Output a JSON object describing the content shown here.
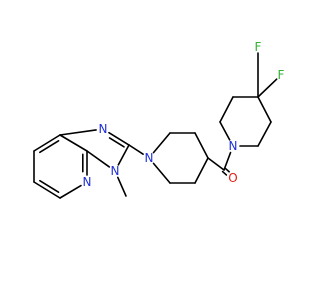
{
  "structure": {
    "colors": {
      "bond": "#000000",
      "N": "#1f2fd6",
      "O": "#e01e14",
      "F": "#33b233"
    },
    "atoms": [
      {
        "id": "a1",
        "symbol": "C"
      },
      {
        "id": "a2",
        "symbol": "C"
      },
      {
        "id": "a3",
        "symbol": "C"
      },
      {
        "id": "a4",
        "symbol": "N",
        "label": "N"
      },
      {
        "id": "a5",
        "symbol": "C"
      },
      {
        "id": "a6",
        "symbol": "C"
      },
      {
        "id": "a7",
        "symbol": "N",
        "label": "N"
      },
      {
        "id": "a8",
        "symbol": "C"
      },
      {
        "id": "a9",
        "symbol": "N",
        "label": "N"
      },
      {
        "id": "a10",
        "symbol": "C"
      },
      {
        "id": "a11",
        "symbol": "N",
        "label": "N"
      },
      {
        "id": "a12",
        "symbol": "C"
      },
      {
        "id": "a13",
        "symbol": "C"
      },
      {
        "id": "a14",
        "symbol": "C"
      },
      {
        "id": "a15",
        "symbol": "C"
      },
      {
        "id": "a16",
        "symbol": "C"
      },
      {
        "id": "a17",
        "symbol": "C"
      },
      {
        "id": "a18",
        "symbol": "O",
        "label": "O"
      },
      {
        "id": "a19",
        "symbol": "N",
        "label": "N"
      },
      {
        "id": "a20",
        "symbol": "C"
      },
      {
        "id": "a21",
        "symbol": "C"
      },
      {
        "id": "a22",
        "symbol": "C"
      },
      {
        "id": "a23",
        "symbol": "F",
        "label": "F"
      },
      {
        "id": "a24",
        "symbol": "F",
        "label": "F"
      },
      {
        "id": "a25",
        "symbol": "C"
      },
      {
        "id": "a26",
        "symbol": "C"
      }
    ],
    "bonds": [
      {
        "from": "a1",
        "to": "a2",
        "order": 1
      },
      {
        "from": "a2",
        "to": "a3",
        "order": 2
      },
      {
        "from": "a3",
        "to": "a4",
        "order": 1
      },
      {
        "from": "a4",
        "to": "a5",
        "order": 2
      },
      {
        "from": "a5",
        "to": "a6",
        "order": 1
      },
      {
        "from": "a6",
        "to": "a1",
        "order": 2
      },
      {
        "from": "a6",
        "to": "a7",
        "order": 1
      },
      {
        "from": "a7",
        "to": "a8",
        "order": 2
      },
      {
        "from": "a8",
        "to": "a9",
        "order": 1
      },
      {
        "from": "a9",
        "to": "a5",
        "order": 1
      },
      {
        "from": "a9",
        "to": "a10",
        "order": 1
      },
      {
        "from": "a8",
        "to": "a11",
        "order": 1
      },
      {
        "from": "a11",
        "to": "a12",
        "order": 1
      },
      {
        "from": "a12",
        "to": "a13",
        "order": 1
      },
      {
        "from": "a13",
        "to": "a14",
        "order": 1
      },
      {
        "from": "a14",
        "to": "a15",
        "order": 1
      },
      {
        "from": "a15",
        "to": "a16",
        "order": 1
      },
      {
        "from": "a16",
        "to": "a11",
        "order": 1
      },
      {
        "from": "a14",
        "to": "a17",
        "order": 1
      },
      {
        "from": "a17",
        "to": "a18",
        "order": 2
      },
      {
        "from": "a17",
        "to": "a19",
        "order": 1
      },
      {
        "from": "a19",
        "to": "a20",
        "order": 1
      },
      {
        "from": "a20",
        "to": "a21",
        "order": 1
      },
      {
        "from": "a21",
        "to": "a22",
        "order": 1
      },
      {
        "from": "a22",
        "to": "a23",
        "order": 1
      },
      {
        "from": "a22",
        "to": "a24",
        "order": 1
      },
      {
        "from": "a22",
        "to": "a25",
        "order": 1
      },
      {
        "from": "a25",
        "to": "a26",
        "order": 1
      },
      {
        "from": "a26",
        "to": "a19",
        "order": 1
      }
    ]
  }
}
